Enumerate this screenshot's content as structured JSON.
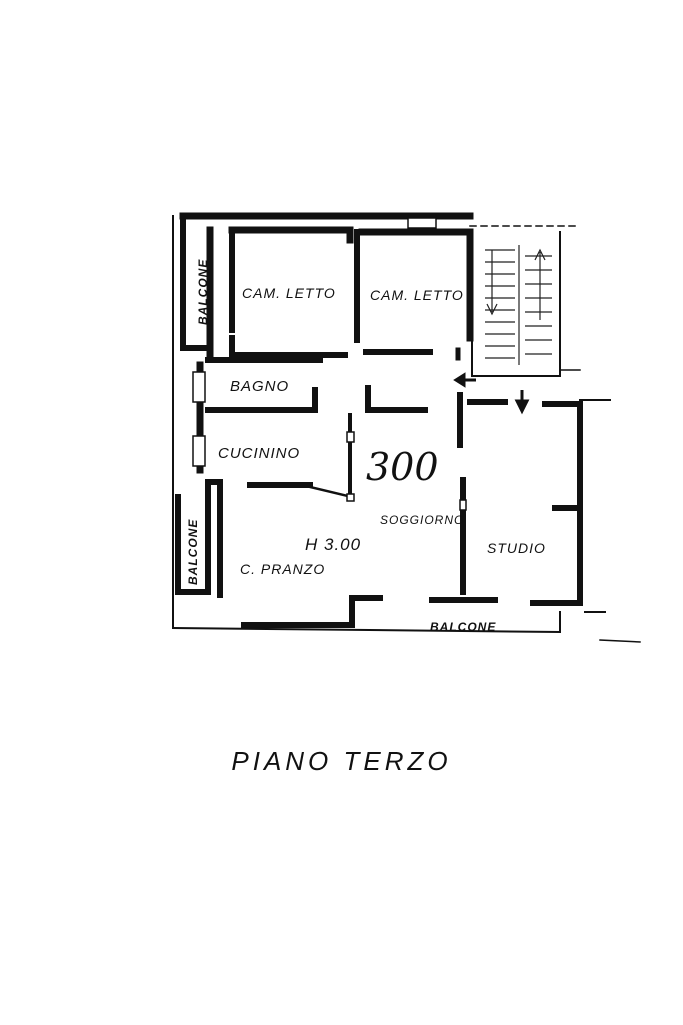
{
  "plan": {
    "title": "PIANO TERZO",
    "height_note": "H 3.00",
    "handwritten_number": "300",
    "rooms": {
      "bedroom_left": "CAM. LETTO",
      "bedroom_right": "CAM. LETTO",
      "bathroom": "BAGNO",
      "kitchenette": "CUCININO",
      "living": "SOGGIORNO",
      "dining": "C. PRANZO",
      "study": "STUDIO"
    },
    "balconies": {
      "top_left": "BALCONE",
      "bottom_left": "BALCONE",
      "bottom": "BALCONE"
    }
  }
}
